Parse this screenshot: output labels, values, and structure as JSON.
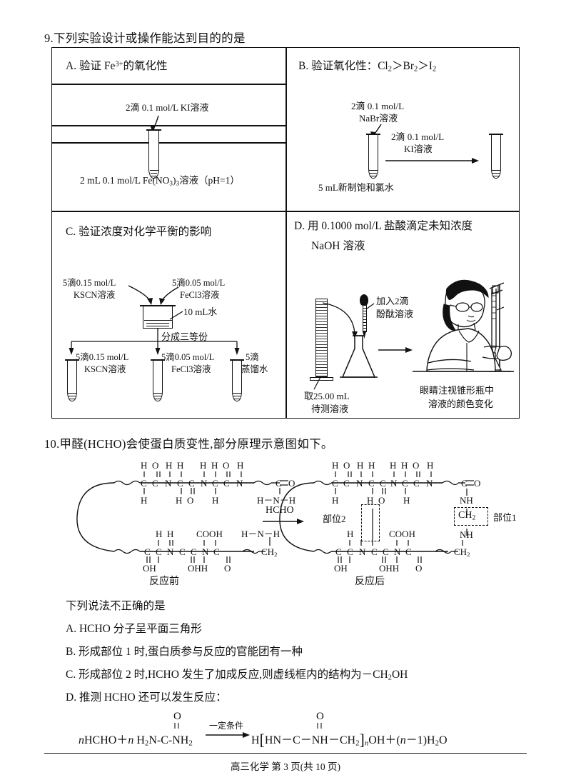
{
  "page": {
    "footer": "高三化学  第 3 页(共 10 页)"
  },
  "question9": {
    "number_text": "9.下列实验设计或操作能达到目的的是",
    "options": {
      "A": {
        "title": "A. 验证 Fe3+ 的氧化性",
        "title_parts": {
          "label": "A. 验证 Fe",
          "sup": "3+",
          "rest": "的氧化性"
        },
        "diagram": {
          "top_label": "2滴 0.1 mol/L KI溶液",
          "bottom_label": "2 mL 0.1 mol/L Fe(NO3)3溶液（pH=1）",
          "bottom_label_parts": {
            "pre": "2 mL 0.1 mol/L Fe(NO",
            "sub1": "3",
            "mid": ")",
            "sub2": "3",
            "post": "溶液（pH=1）"
          }
        }
      },
      "B": {
        "title": "B. 验证氧化性：Cl2＞Br2＞I2",
        "title_parts": {
          "label": "B. 验证氧化性：Cl",
          "sub1": "2",
          "gt1": "＞",
          "br": "Br",
          "sub2": "2",
          "gt2": "＞",
          "i": "I",
          "sub3": "2"
        },
        "diagram": {
          "tube1_top_line1": "2滴 0.1 mol/L",
          "tube1_top_line2": "NaBr溶液",
          "tube1_bottom": "5 mL新制饱和氯水",
          "arrow_line1": "2滴 0.1 mol/L",
          "arrow_line2": "KI溶液"
        }
      },
      "C": {
        "title": "C. 验证浓度对化学平衡的影响",
        "diagram": {
          "left_top_line1": "5滴0.15 mol/L",
          "left_top_line2": "KSCN溶液",
          "right_top_line1": "5滴0.05 mol/L",
          "right_top_line2": "FeCl3溶液",
          "beaker_label": "10 mL水",
          "split_label": "分成三等份",
          "tube1_line1": "5滴0.15 mol/L",
          "tube1_line2": "KSCN溶液",
          "tube2_line1": "5滴0.05 mol/L",
          "tube2_line2": "FeCl3溶液",
          "tube3_line1": "5滴",
          "tube3_line2": "蒸馏水"
        }
      },
      "D": {
        "title_line1": "D. 用 0.1000 mol/L 盐酸滴定未知浓度",
        "title_line2": "NaOH 溶液",
        "diagram": {
          "cylinder_label_line1": "取25.00 mL",
          "cylinder_label_line2": "待测溶液",
          "dropper_label_line1": "加入2滴",
          "dropper_label_line2": "酚酞溶液",
          "observe_label_line1": "眼睛注视锥形瓶中",
          "observe_label_line2": "溶液的颜色变化"
        }
      }
    }
  },
  "question10": {
    "number_text": "10.甲醛(HCHO)会使蛋白质变性,部分原理示意图如下。",
    "reaction": {
      "arrow_label": "HCHO",
      "before_label": "反应前",
      "after_label": "反应后",
      "site2_label": "部位2",
      "site1_label": "部位1",
      "site1_box_text": "CH2",
      "nh_upper": "NH",
      "nh_lower": "NH"
    },
    "stem": "下列说法不正确的是",
    "options": [
      "A. HCHO 分子呈平面三角形",
      "B. 形成部位 1 时,蛋白质参与反应的官能团有一种",
      "C. 形成部位 2 时,HCHO 发生了加成反应,则虚线框内的结构为－CH2OH",
      "D. 推测 HCHO 还可以发生反应："
    ],
    "option_c_parts": {
      "pre": "C. 形成部位 2 时,HCHO 发生了加成反应,则虚线框内的结构为－CH",
      "sub": "2",
      "post": "OH"
    },
    "equation": {
      "left": "nHCHO＋n H2N-C-NH2",
      "left_parts": {
        "n1": "n",
        "hcho": "HCHO＋",
        "n2": "n",
        "h": " H",
        "sub_h": "2",
        "n_c": "N",
        "dash": "-",
        "c": "C",
        "dash2": "-",
        "nh": "NH",
        "sub_nh": "2"
      },
      "carbonyl_o": "O",
      "condition": "一定条件",
      "right_parts": {
        "h": "H",
        "open": "[",
        "hn": "HN",
        "c": "C",
        "nh": "NH",
        "ch2": "CH",
        "sub_ch2": "2",
        "close": "]",
        "n_sub": "n",
        "oh": "OH",
        "plus": "＋(",
        "n_ital": "n",
        "minus": "－1)H",
        "sub_h2o": "2",
        "o": "O"
      }
    }
  }
}
